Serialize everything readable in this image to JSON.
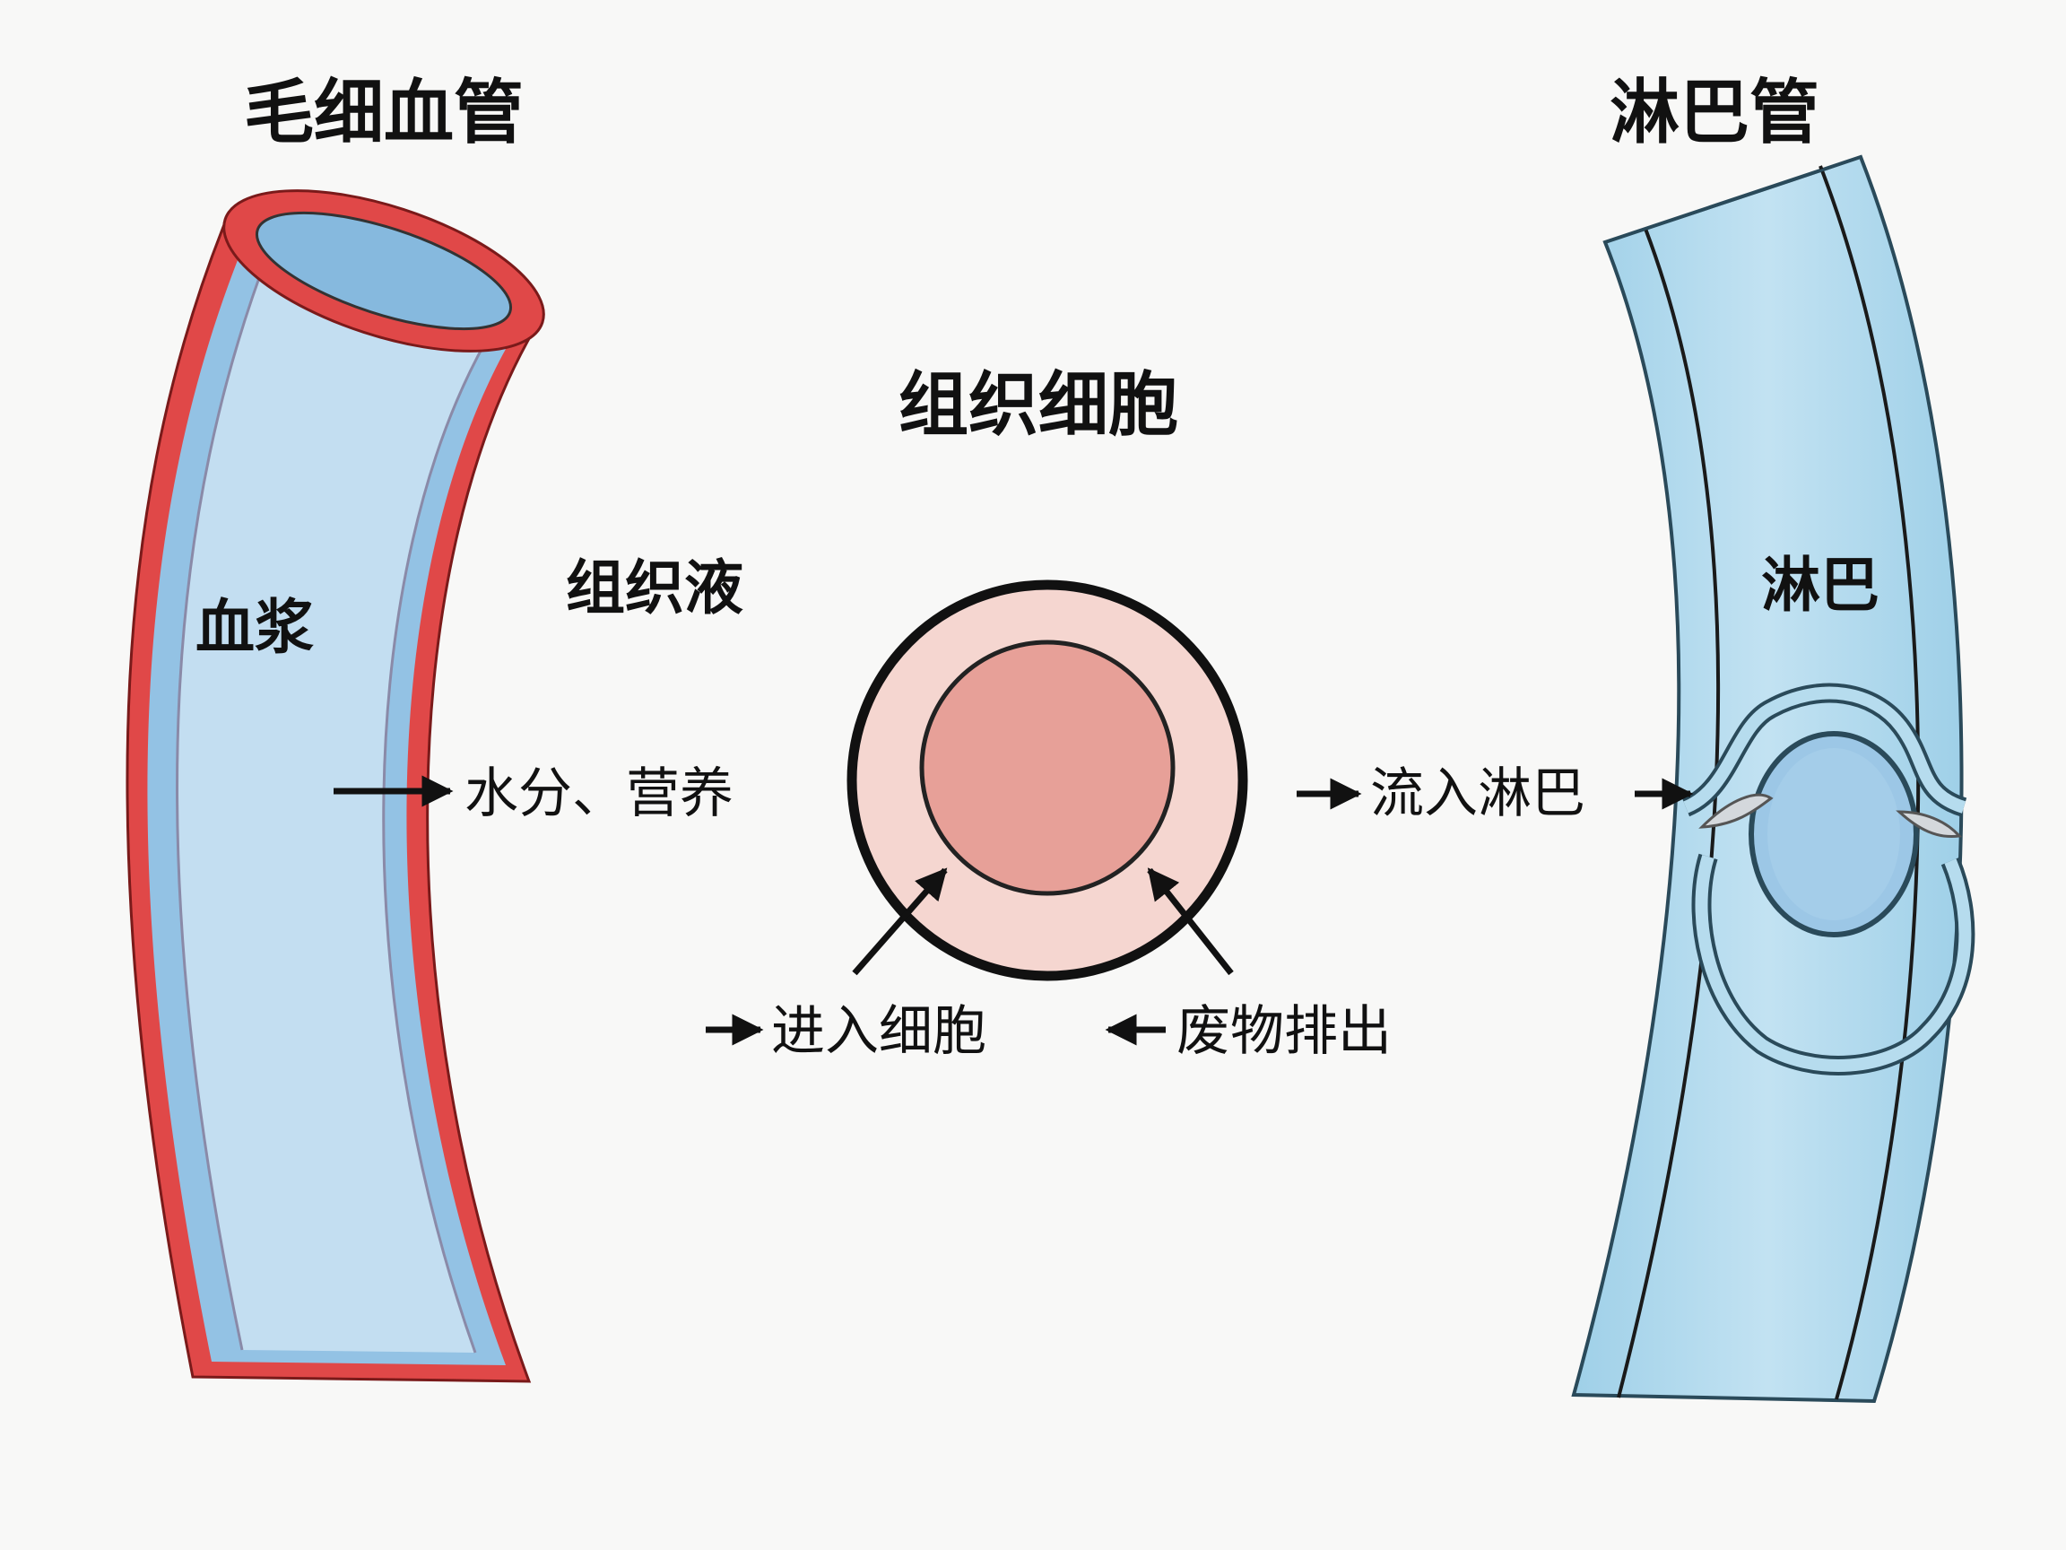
{
  "labels": {
    "capillary_title": "毛细血管",
    "lymph_vessel_title": "淋巴管",
    "tissue_cell_title": "组织细胞",
    "tissue_fluid": "组织液",
    "plasma": "血浆",
    "lymph": "淋巴",
    "water_nutrients": "水分、营养",
    "flow_into_lymph": "流入淋巴",
    "enter_cell": "进入细胞",
    "waste_out": "废物排出"
  },
  "colors": {
    "background": "#f8f8f7",
    "capillary_wall": "#e04848",
    "capillary_lumen": "#bfdcef",
    "capillary_inner_band": "#93c2e4",
    "lymph_vessel_fill": "#b6dcee",
    "lymph_valve_fill": "#9cc7e6",
    "cell_outer": "#f5d6d0",
    "cell_nucleus": "#e7a098",
    "outline": "#111111"
  },
  "icons": [
    "arrow-right-icon",
    "arrow-left-icon",
    "arrow-diagonal-icon"
  ]
}
